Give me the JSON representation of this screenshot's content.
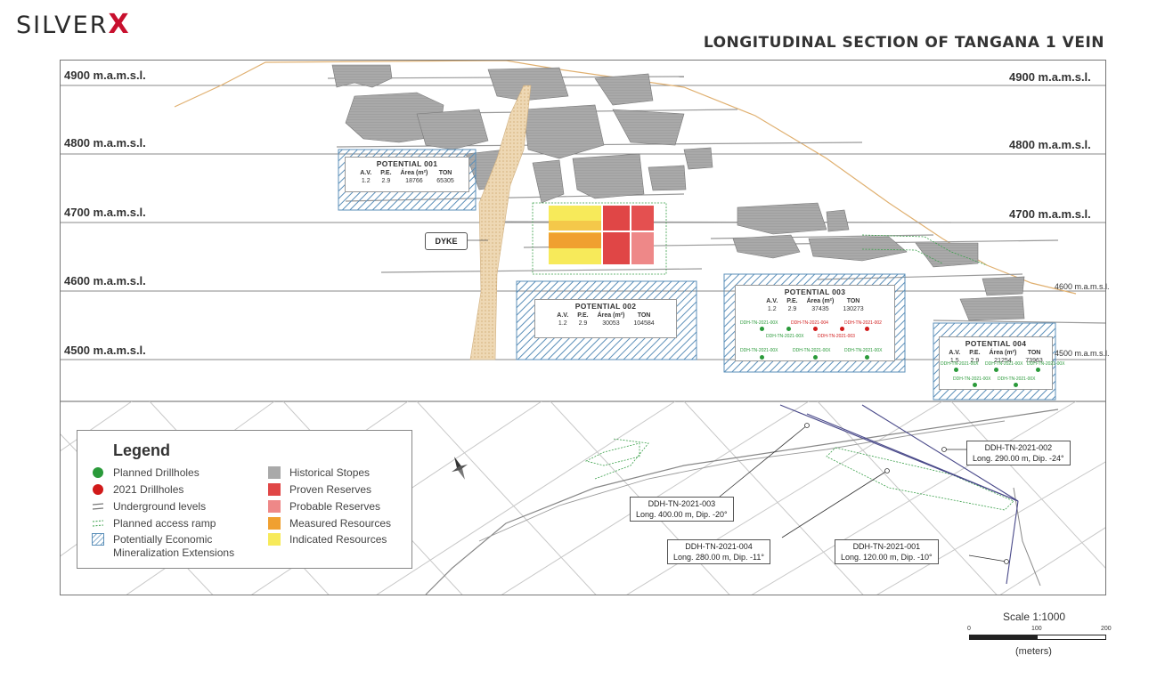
{
  "brand": {
    "logo_text": "SILVER",
    "logo_mark": "X"
  },
  "title": "LONGITUDINAL SECTION OF TANGANA 1 VEIN",
  "levels": {
    "l4900": "4900 m.a.m.s.l.",
    "l4800": "4800 m.a.m.s.l.",
    "l4700": "4700 m.a.m.s.l.",
    "l4600": "4600 m.a.m.s.l.",
    "l4500": "4500 m.a.m.s.l.",
    "r4600": "4600 m.a.m.s.l.",
    "r4500": "4500 m.a.m.s.l."
  },
  "dyke_label": "DYKE",
  "table_headers": {
    "av": "A.V.",
    "pe": "P.E.",
    "area": "Área (m²)",
    "ton": "TON"
  },
  "potentials": [
    {
      "name": "POTENTIAL 001",
      "av": "1.2",
      "pe": "2.9",
      "area": "18766",
      "ton": "65305"
    },
    {
      "name": "POTENTIAL 002",
      "av": "1.2",
      "pe": "2.9",
      "area": "30053",
      "ton": "104584"
    },
    {
      "name": "POTENTIAL 003",
      "av": "1.2",
      "pe": "2.9",
      "area": "37435",
      "ton": "130273"
    },
    {
      "name": "POTENTIAL 004",
      "av": "1.5",
      "pe": "2.9",
      "area": "21254",
      "ton": "73963"
    }
  ],
  "drillhole_labels": {
    "planned": "DDH-TN-2021-00X",
    "d004": "DDH-TN-2021-004",
    "d002": "DDH-TN-2021-002",
    "d003": "DDH-TN-2021-003"
  },
  "callouts": [
    {
      "name": "DDH-TN-2021-002",
      "detail": "Long. 290.00 m, Dip. -24°"
    },
    {
      "name": "DDH-TN-2021-003",
      "detail": "Long. 400.00 m, Dip. -20°"
    },
    {
      "name": "DDH-TN-2021-004",
      "detail": "Long. 280.00 m, Dip. -11°"
    },
    {
      "name": "DDH-TN-2021-001",
      "detail": "Long. 120.00 m, Dip. -10°"
    }
  ],
  "legend": {
    "title": "Legend",
    "left": [
      "Planned Drillholes",
      "2021 Drillholes",
      "Underground levels",
      "Planned access ramp",
      "Potentially Economic Mineralization Extensions"
    ],
    "right": [
      "Historical Stopes",
      "Proven Reserves",
      "Probable Reserves",
      "Measured Resources",
      "Indicated Resources"
    ]
  },
  "scale": {
    "label": "Scale  1:1000",
    "t0": "0",
    "t100": "100",
    "t200": "200",
    "unit": "(meters)"
  },
  "colors": {
    "planned": "#2a9a3a",
    "drill2021": "#d11a1a",
    "stopes": "#a9a9a9",
    "proven": "#e04646",
    "probable": "#ee8888",
    "measured": "#f0a030",
    "indicated": "#f7ea5a",
    "hatch": "#5b8fb9",
    "dyke": "#eed8b4",
    "brand": "#c8102e"
  }
}
